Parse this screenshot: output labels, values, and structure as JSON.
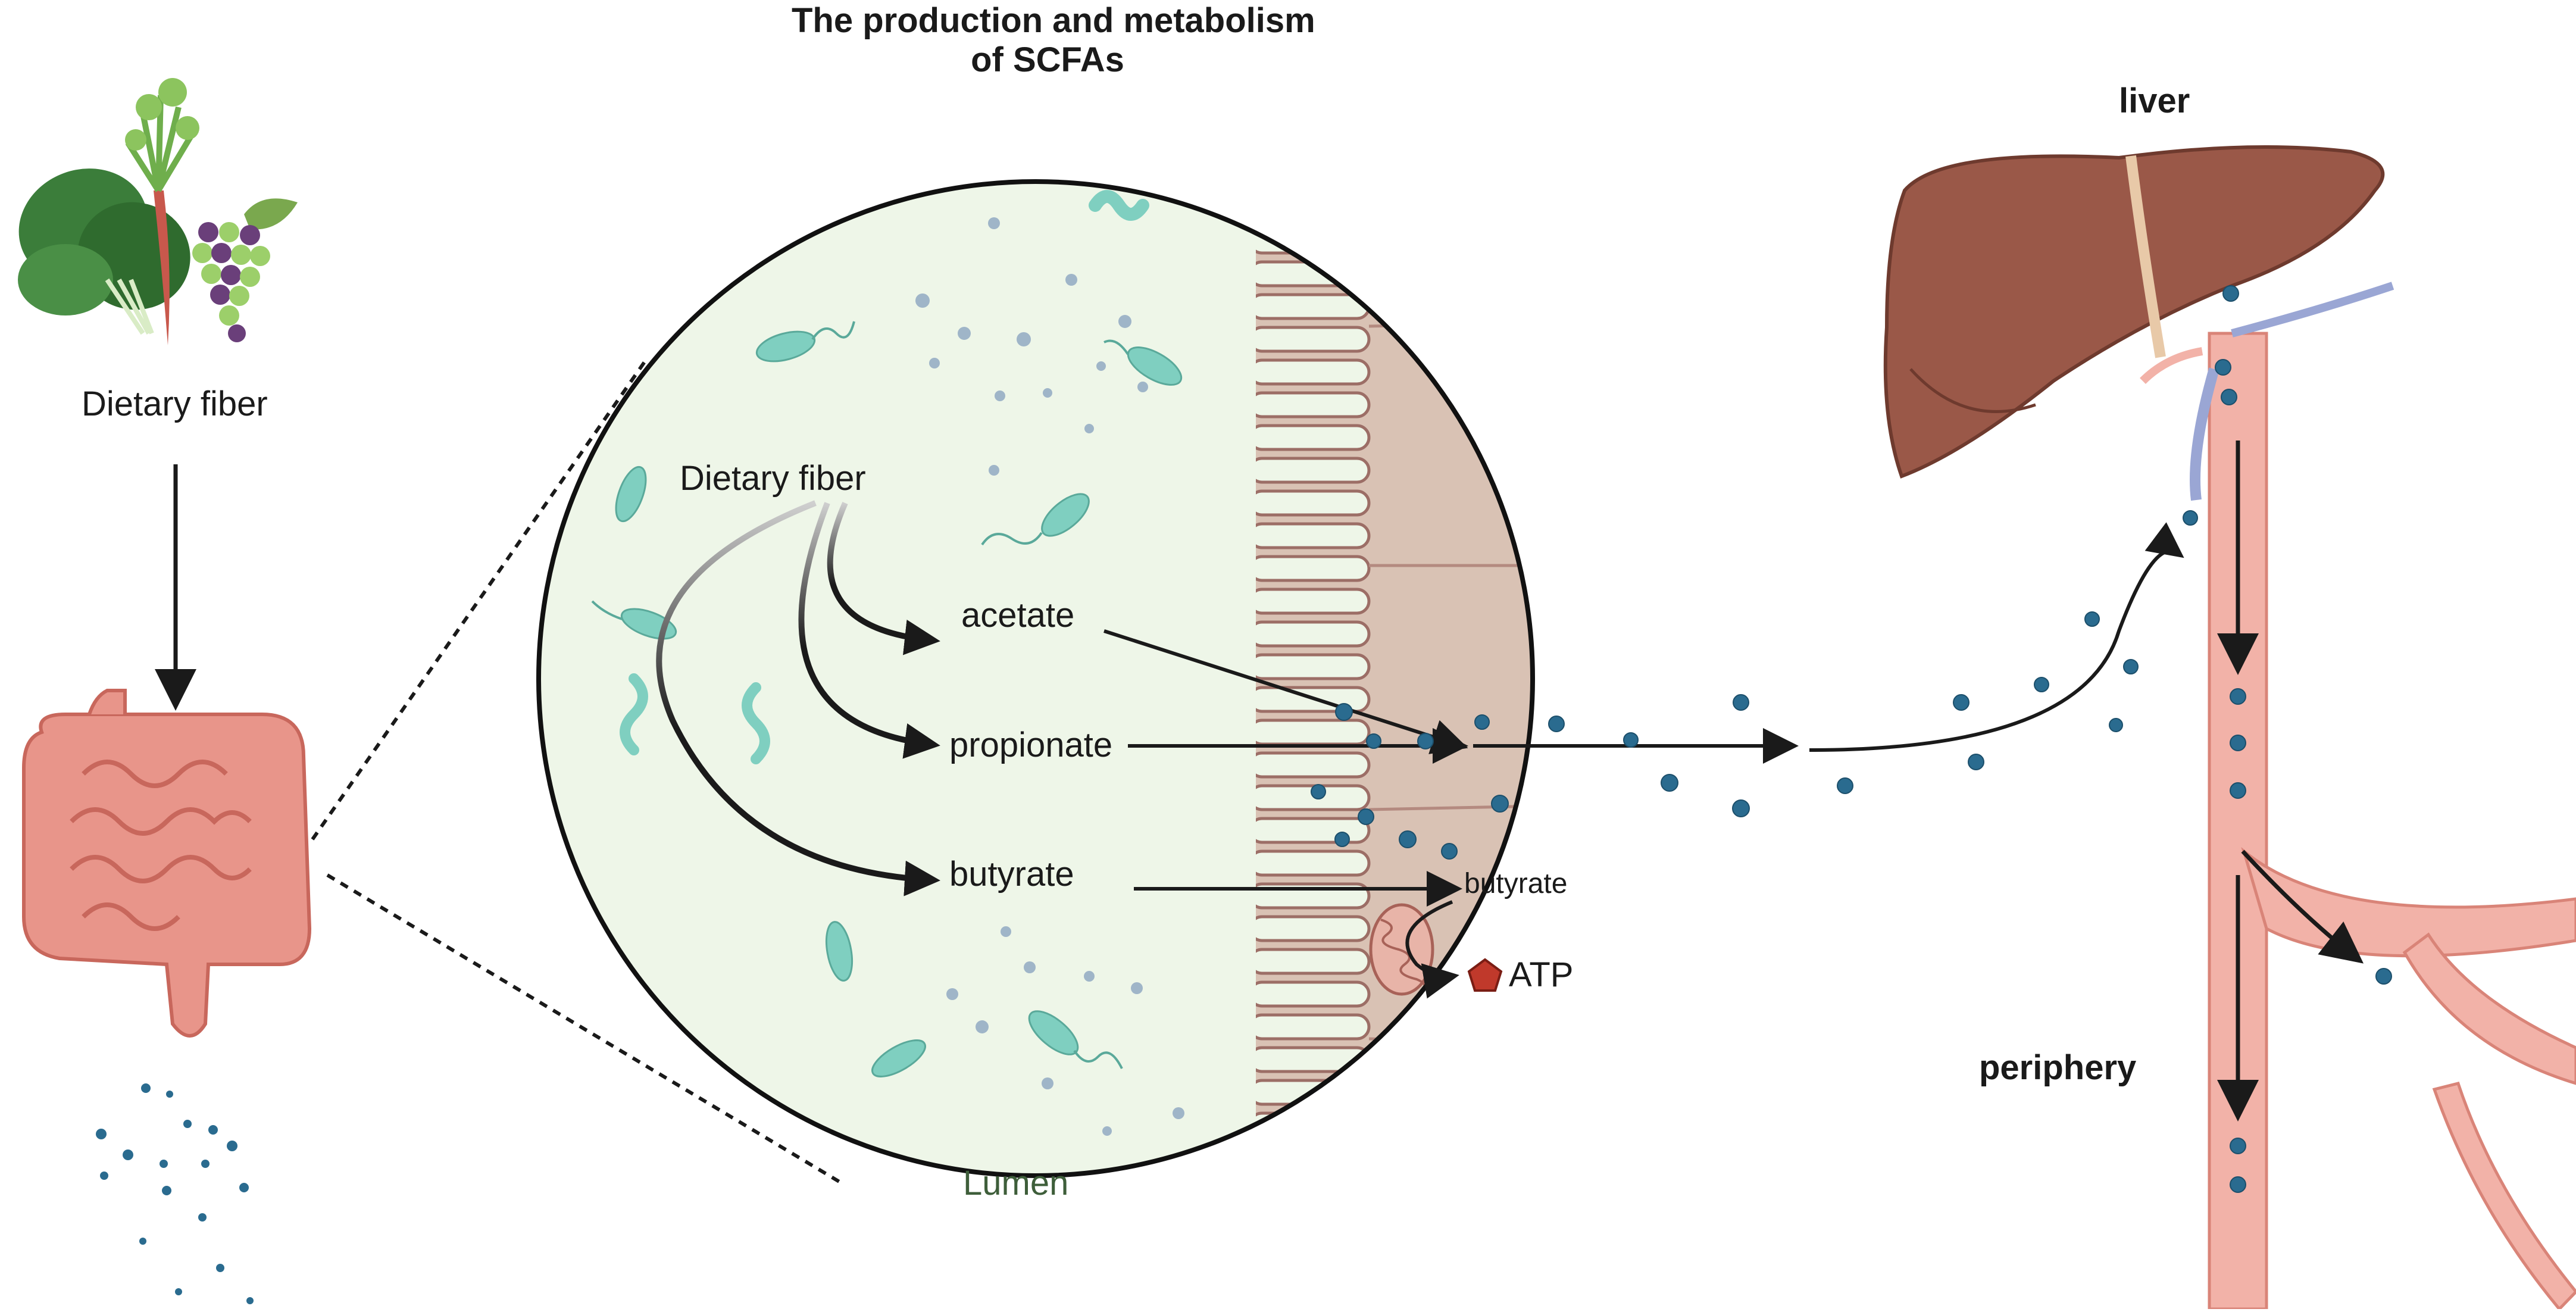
{
  "title": {
    "line1": "The production and metabolism",
    "line2": "of SCFAs"
  },
  "left_panel": {
    "food_label": "Dietary fiber"
  },
  "circle_panel": {
    "source_label": "Dietary fiber",
    "products": [
      {
        "name": "acetate"
      },
      {
        "name": "propionate"
      },
      {
        "name": "butyrate"
      }
    ],
    "colonocyte_substrate": "butyrate",
    "energy_product": "ATP",
    "region_label": "Lumen"
  },
  "right_panel": {
    "organ_label": "liver",
    "tissue_label": "periphery"
  },
  "colors": {
    "scfa_dot": "#2a6b8f",
    "bacteria": "#7fcfc0",
    "lumen_bg": "#eef6e8",
    "epithelium": "#d9c2b4",
    "liver": "#9a5848",
    "vessel": "#f2b2a8",
    "intestine": "#e8958a",
    "atp_marker": "#c0392b"
  }
}
